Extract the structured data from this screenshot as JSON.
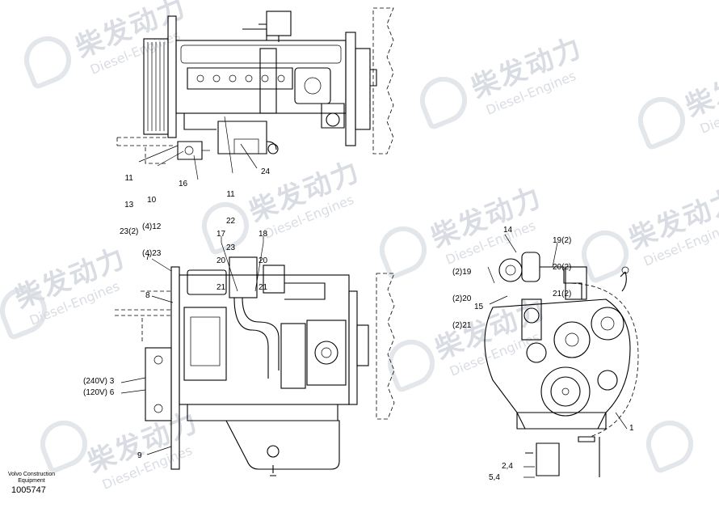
{
  "watermark": {
    "cn": "柴发动力",
    "en": "Diesel-Engines"
  },
  "footer": {
    "maker_line1": "Volvo Construction",
    "maker_line2": "Equipment",
    "part_number": "1005747"
  },
  "callouts": {
    "top_view": {
      "c11_13_23": [
        "11",
        "13",
        "23(2)"
      ],
      "c10_12_23": [
        "10",
        "(4)12",
        "(4)23"
      ],
      "c16": "16",
      "c11_22_23": [
        "11",
        "22",
        "23"
      ],
      "c24": "24"
    },
    "side_view": {
      "c17_20_21": [
        "17",
        "20",
        "21"
      ],
      "c18_20_21": [
        "18",
        "20",
        "21"
      ],
      "c7": "7",
      "c8": "8",
      "c3": "(240V) 3",
      "c6": "(120V) 6",
      "c9": "9"
    },
    "front_view": {
      "c14": "14",
      "c19_20_21_right": [
        "19(2)",
        "20(2)",
        "21(2)"
      ],
      "c19_20_21_left": [
        "(2)19",
        "(2)20",
        "(2)21"
      ],
      "c15": "15",
      "c1": "1",
      "c2_4": "2,4",
      "c5_4": "5,4"
    }
  }
}
